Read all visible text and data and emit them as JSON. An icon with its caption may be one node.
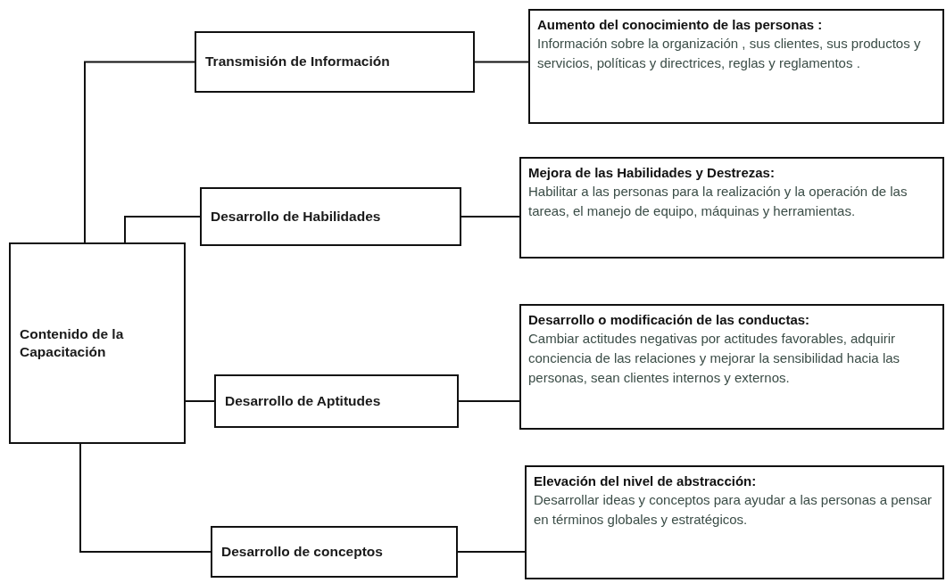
{
  "diagram": {
    "nodes": [
      {
        "text": [
          "Contenido de la Capacitación"
        ]
      },
      {
        "text": [
          "Transmisión de Información"
        ]
      },
      {
        "text": [
          "Aumento del conocimiento de las personas :",
          "Información sobre la organización , sus clientes, sus productos y servicios, políticas y directrices, reglas y reglamentos ."
        ]
      },
      {
        "text": [
          "Desarrollo de Habilidades"
        ]
      },
      {
        "text": [
          "Mejora de las Habilidades y Destrezas:",
          "Habilitar a las personas para la realización y la operación de las tareas, el manejo de equipo, máquinas y herramientas."
        ]
      },
      {
        "text": [
          "Desarrollo de Aptitudes"
        ]
      },
      {
        "text": [
          "Desarrollo o modificación de las conductas:",
          "Cambiar actitudes negativas por actitudes favorables, adquirir conciencia de las relaciones y mejorar la sensibilidad hacia las personas, sean clientes internos y externos."
        ]
      },
      {
        "text": [
          "Desarrollo de conceptos"
        ]
      },
      {
        "text": [
          "Elevación del nivel de abstracción:",
          "Desarrollar ideas y conceptos para ayudar a las personas a pensar en términos globales y estratégicos."
        ]
      }
    ],
    "edges": [
      {
        "from": 0,
        "to": 1,
        "arrow": "none"
      },
      {
        "from": 1,
        "to": 2,
        "arrow": "none"
      },
      {
        "from": 0,
        "to": 3,
        "arrow": "none"
      },
      {
        "from": 3,
        "to": 4,
        "arrow": "none"
      },
      {
        "from": 0,
        "to": 5,
        "arrow": "none"
      },
      {
        "from": 5,
        "to": 6,
        "arrow": "none"
      },
      {
        "from": 0,
        "to": 7,
        "arrow": "none"
      },
      {
        "from": 7,
        "to": 8,
        "arrow": "none"
      }
    ]
  }
}
